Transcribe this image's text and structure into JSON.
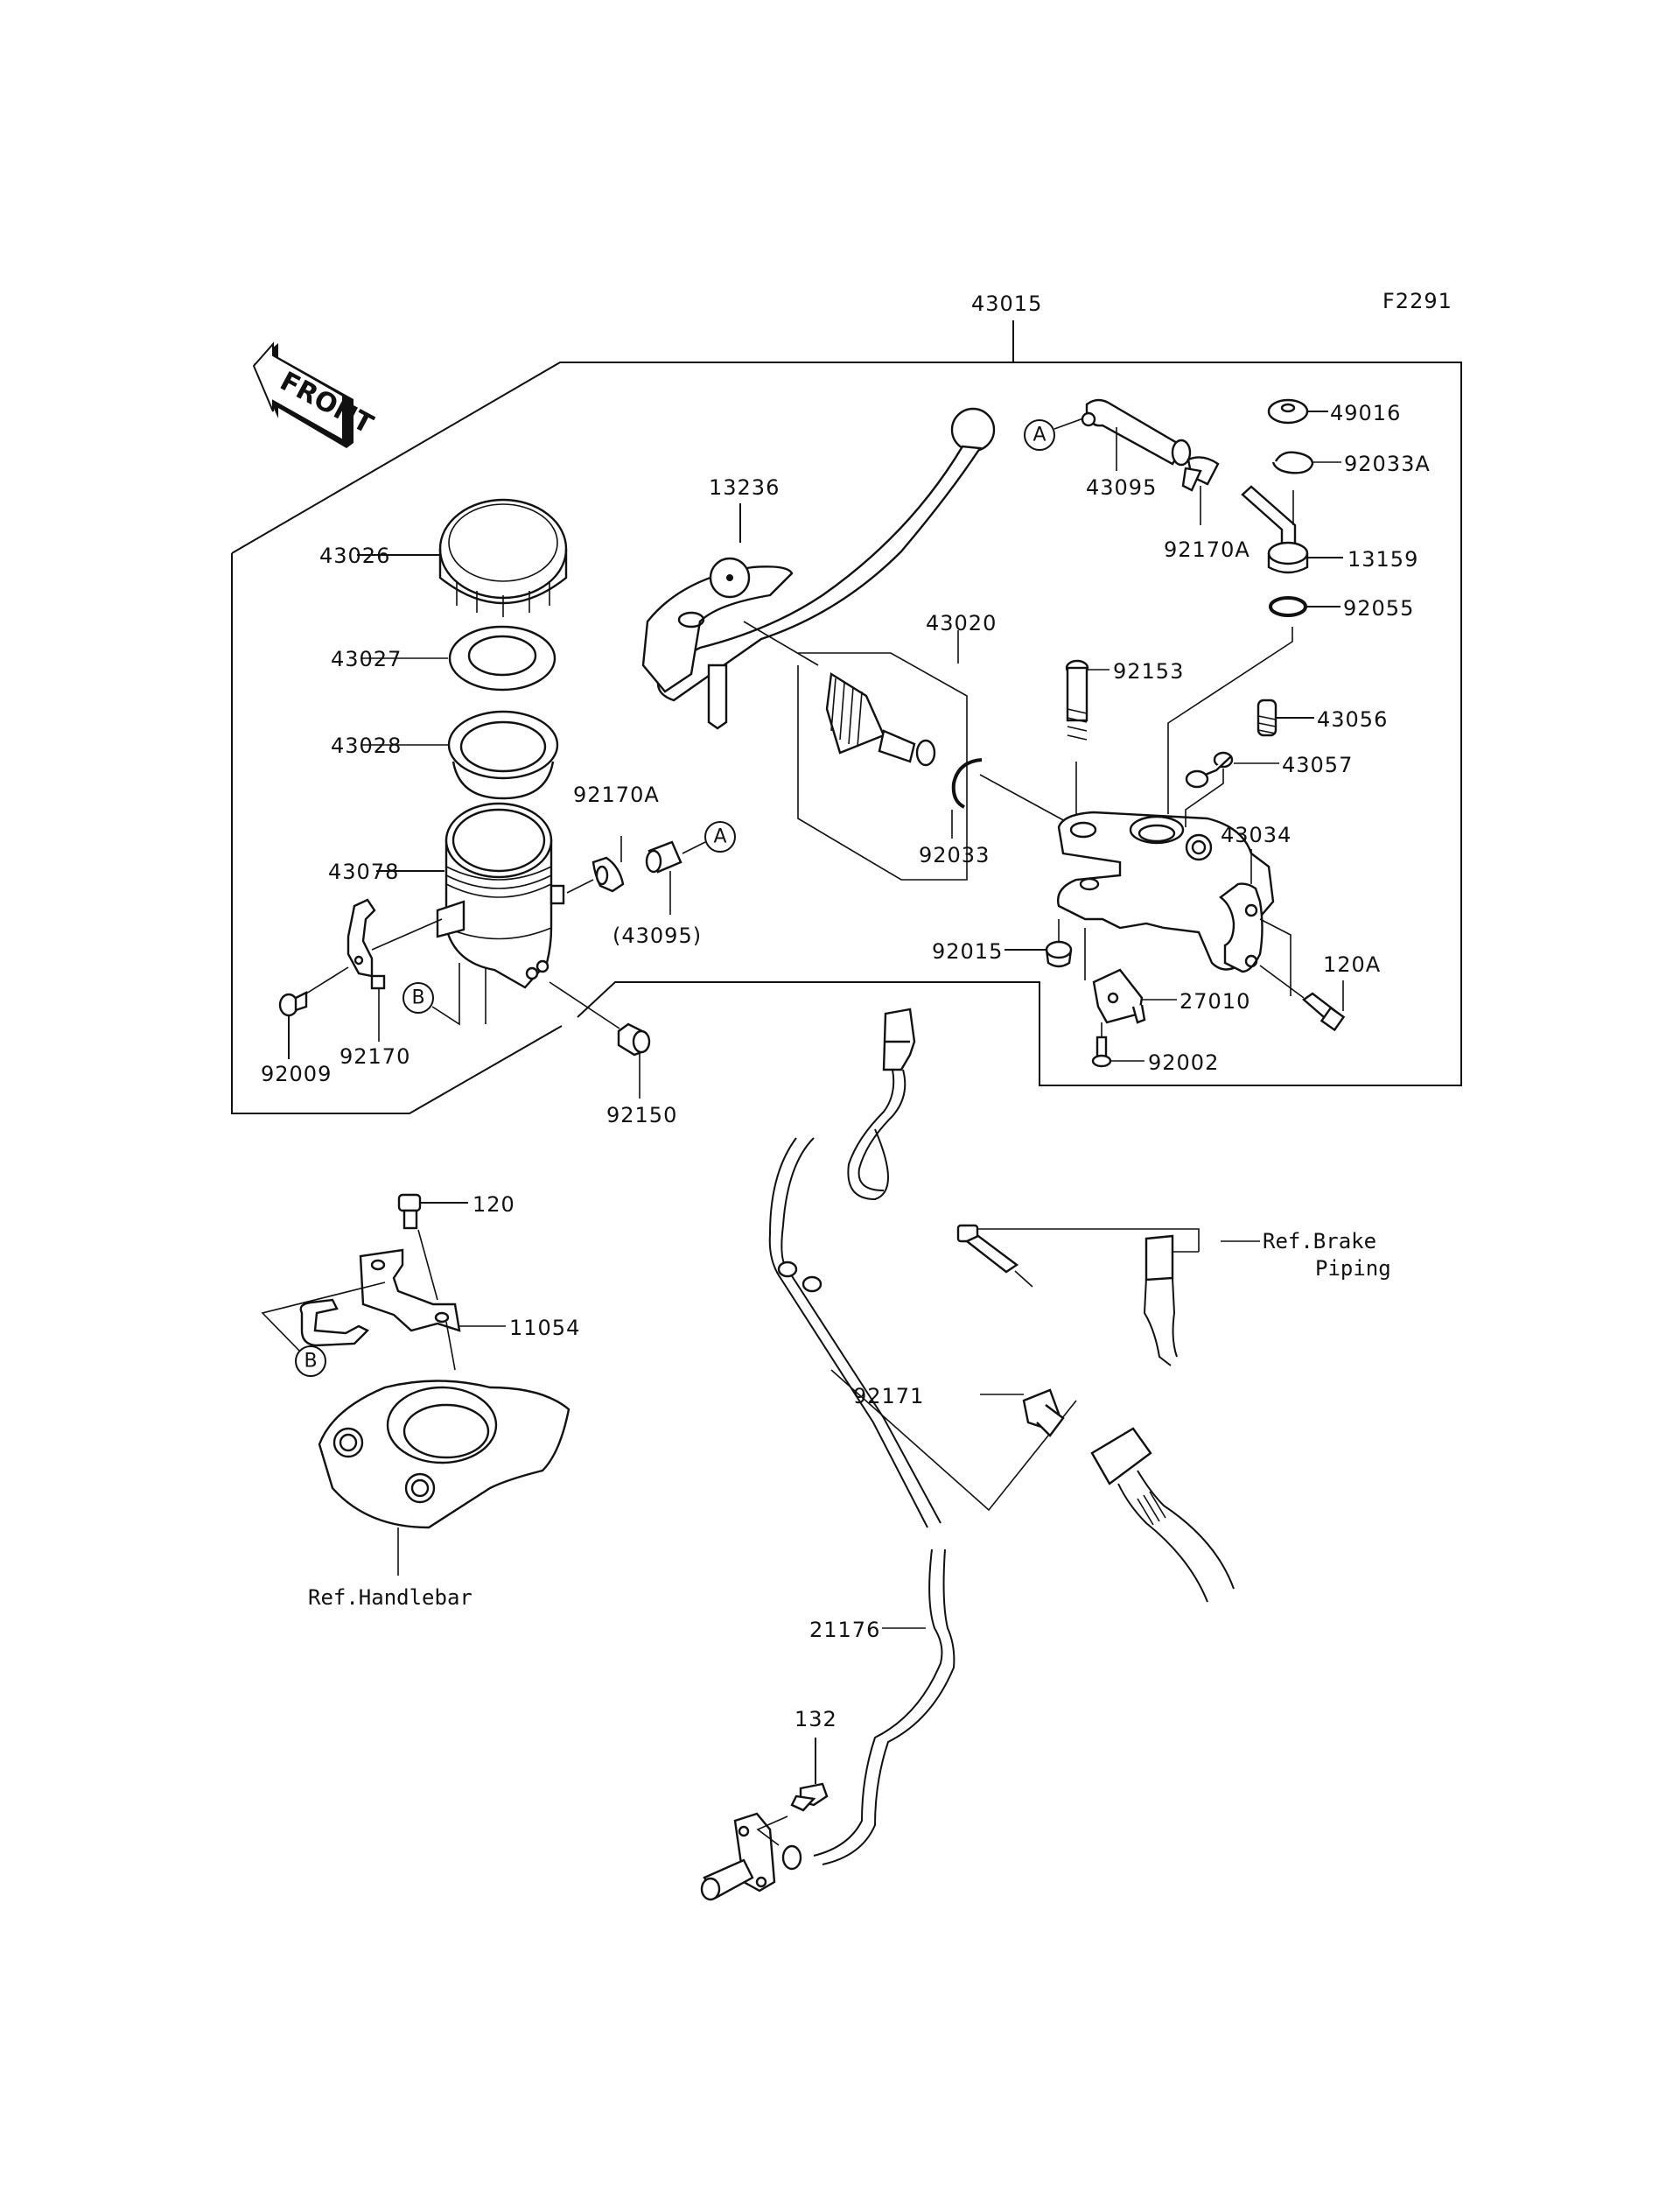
{
  "diagram": {
    "figure_id": "F2291",
    "front_arrow_text": "FRONT",
    "assembly_label": "43015",
    "sub_assembly_label": "43020",
    "reference_markers": {
      "A": "A",
      "B": "B"
    },
    "parts": {
      "p43026": "43026",
      "p43027": "43027",
      "p43028": "43028",
      "p43078": "43078",
      "p92170A_left": "92170A",
      "p43095_paren": "(43095)",
      "p92009": "92009",
      "p92170": "92170",
      "p92150": "92150",
      "p13236": "13236",
      "p92033": "92033",
      "p43095": "43095",
      "p92170A_right": "92170A",
      "p49016": "49016",
      "p92033A": "92033A",
      "p13159": "13159",
      "p92055": "92055",
      "p92153": "92153",
      "p43056": "43056",
      "p43057": "43057",
      "p43034": "43034",
      "p92015": "92015",
      "p120A": "120A",
      "p27010": "27010",
      "p92002": "92002",
      "p120": "120",
      "p11054": "11054",
      "p92171": "92171",
      "p21176": "21176",
      "p132": "132"
    },
    "references": {
      "handlebar": "Ref.Handlebar",
      "brake_piping_line1": "Ref.Brake",
      "brake_piping_line2": "Piping"
    }
  }
}
